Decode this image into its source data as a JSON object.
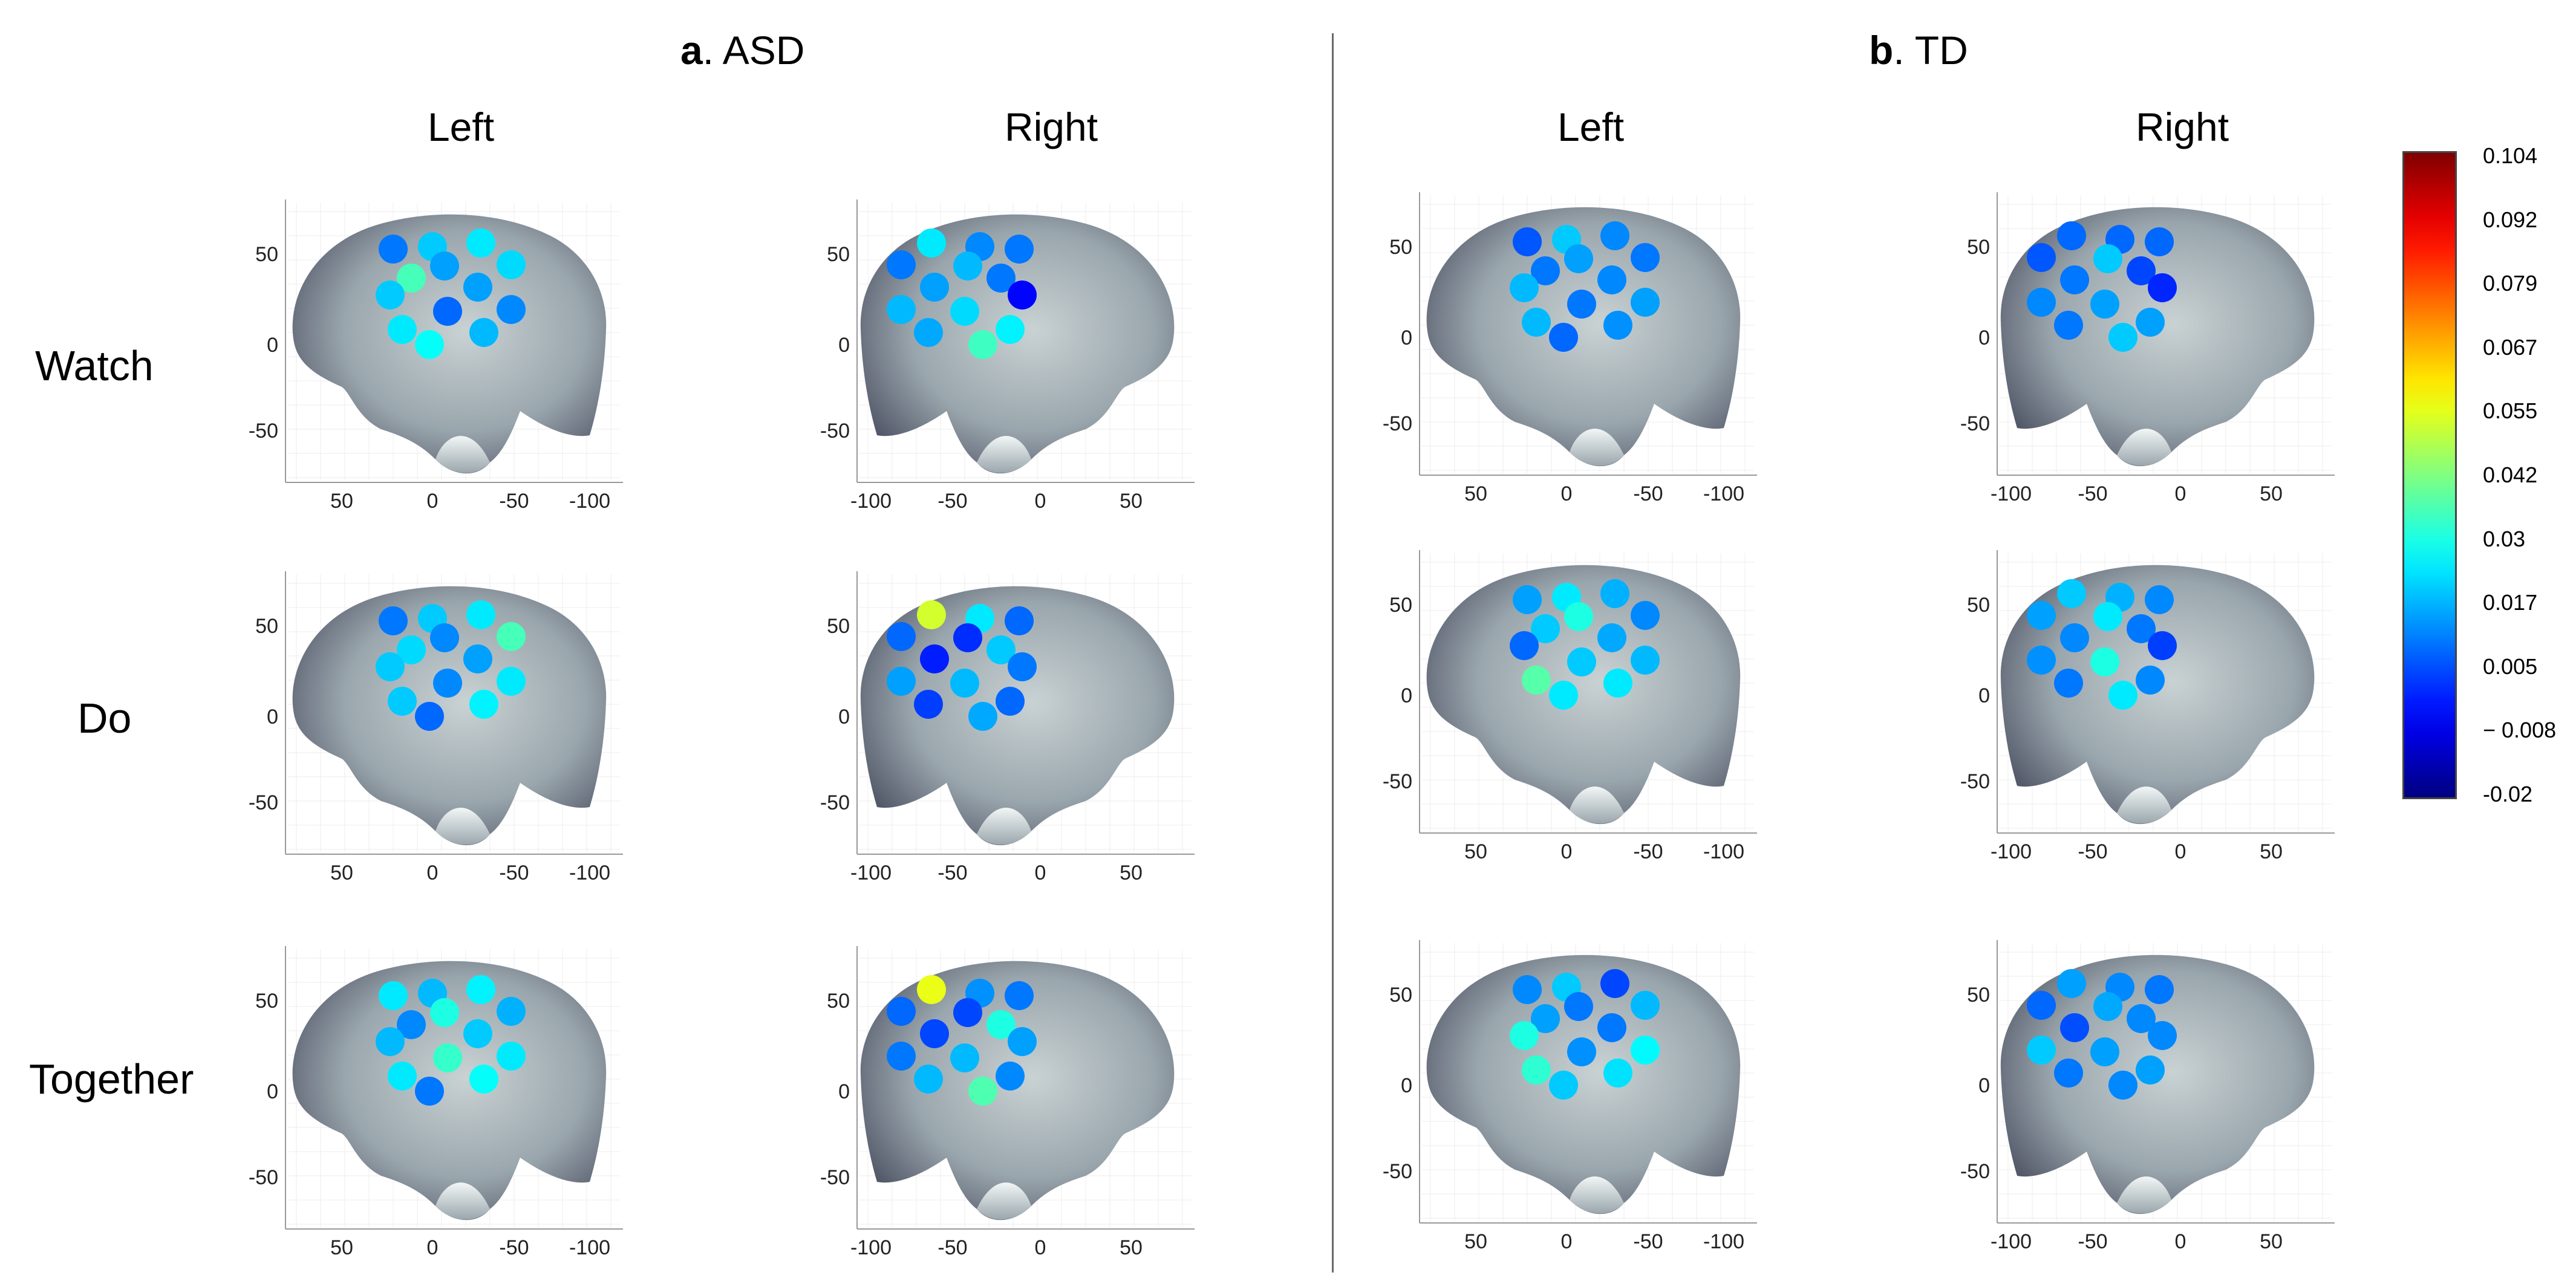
{
  "groups": [
    {
      "letter": "a",
      "rest": ". ASD"
    },
    {
      "letter": "b",
      "rest": ". TD"
    }
  ],
  "columns": [
    "Left",
    "Right",
    "Left",
    "Right"
  ],
  "rows": [
    "Watch",
    "Do",
    "Together"
  ],
  "axes": {
    "left_view_x_ticks": [
      "50",
      "0",
      "-50",
      "-100"
    ],
    "right_view_x_ticks": [
      "-100",
      "-50",
      "0",
      "50"
    ],
    "y_ticks": [
      "50",
      "0",
      "-50"
    ]
  },
  "colorbar": {
    "labels": [
      "0.104",
      "0.092",
      "0.079",
      "0.067",
      "0.055",
      "0.042",
      "0.03",
      "0.017",
      "0.005",
      "− 0.008",
      "-0.02"
    ],
    "min": -0.02,
    "max": 0.104,
    "colormap": "jet"
  },
  "panels": [
    {
      "group": "ASD",
      "row": "Watch",
      "hemisphere": "Left",
      "values": [
        0.01,
        0.02,
        0.024,
        0.022,
        0.015,
        0.035,
        0.015,
        0.02,
        0.012,
        0.008,
        0.024,
        0.018,
        0.027
      ]
    },
    {
      "group": "ASD",
      "row": "Watch",
      "hemisphere": "Right",
      "values": [
        0.01,
        0.012,
        0.024,
        0.01,
        0.018,
        0.01,
        0.015,
        -0.004,
        0.018,
        0.022,
        0.025,
        0.016,
        0.034
      ]
    },
    {
      "group": "ASD",
      "row": "Do",
      "hemisphere": "Left",
      "values": [
        0.01,
        0.02,
        0.024,
        0.035,
        0.012,
        0.022,
        0.015,
        0.02,
        0.024,
        0.012,
        0.02,
        0.025,
        0.008
      ]
    },
    {
      "group": "ASD",
      "row": "Do",
      "hemisphere": "Right",
      "values": [
        0.008,
        0.024,
        0.052,
        0.008,
        0.001,
        0.02,
        -0.001,
        0.01,
        0.015,
        0.018,
        0.008,
        0.003,
        0.016
      ]
    },
    {
      "group": "ASD",
      "row": "Together",
      "hemisphere": "Left",
      "values": [
        0.024,
        0.018,
        0.025,
        0.017,
        0.03,
        0.012,
        0.02,
        0.018,
        0.024,
        0.033,
        0.024,
        0.027,
        0.01
      ]
    },
    {
      "group": "ASD",
      "row": "Together",
      "hemisphere": "Right",
      "values": [
        0.01,
        0.013,
        0.055,
        0.008,
        0.004,
        0.03,
        0.004,
        0.015,
        0.01,
        0.018,
        0.012,
        0.018,
        0.036
      ]
    },
    {
      "group": "TD",
      "row": "Watch",
      "hemisphere": "Left",
      "values": [
        0.006,
        0.02,
        0.012,
        0.01,
        0.015,
        0.01,
        0.012,
        0.018,
        0.015,
        0.01,
        0.018,
        0.013,
        0.008
      ]
    },
    {
      "group": "TD",
      "row": "Watch",
      "hemisphere": "Right",
      "values": [
        0.008,
        0.008,
        0.008,
        0.006,
        0.02,
        0.004,
        0.01,
        0.0,
        0.012,
        0.015,
        0.015,
        0.01,
        0.02
      ]
    },
    {
      "group": "TD",
      "row": "Do",
      "hemisphere": "Left",
      "values": [
        0.015,
        0.024,
        0.017,
        0.012,
        0.03,
        0.02,
        0.016,
        0.008,
        0.018,
        0.02,
        0.037,
        0.024,
        0.024
      ]
    },
    {
      "group": "TD",
      "row": "Do",
      "hemisphere": "Right",
      "values": [
        0.012,
        0.017,
        0.02,
        0.015,
        0.024,
        0.01,
        0.012,
        0.003,
        0.013,
        0.03,
        0.012,
        0.01,
        0.024
      ]
    },
    {
      "group": "TD",
      "row": "Together",
      "hemisphere": "Left",
      "values": [
        0.012,
        0.02,
        0.004,
        0.018,
        0.01,
        0.015,
        0.01,
        0.03,
        0.026,
        0.013,
        0.032,
        0.023,
        0.02
      ]
    },
    {
      "group": "TD",
      "row": "Together",
      "hemisphere": "Right",
      "values": [
        0.01,
        0.012,
        0.015,
        0.008,
        0.016,
        0.012,
        0.005,
        0.012,
        0.02,
        0.015,
        0.015,
        0.01,
        0.012
      ]
    }
  ]
}
